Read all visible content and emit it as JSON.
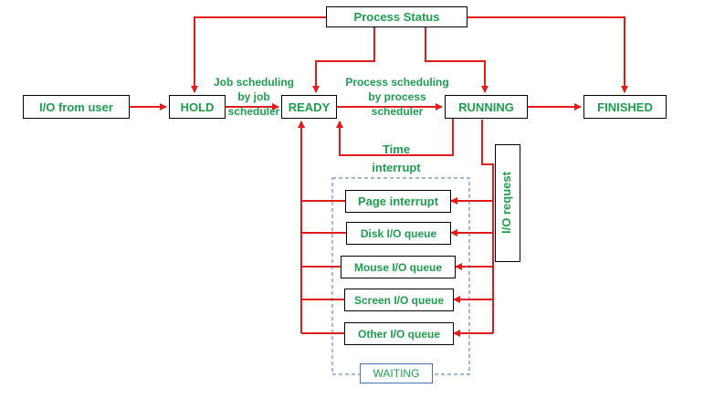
{
  "nodes": {
    "io_from_user": "I/O from user",
    "hold": "HOLD",
    "ready": "READY",
    "running": "RUNNING",
    "finished": "FINISHED",
    "process_status": "Process Status",
    "page_interrupt": "Page interrupt",
    "disk_io_queue": "Disk I/O queue",
    "mouse_io_queue": "Mouse I/O queue",
    "screen_io_queue": "Screen I/O queue",
    "other_io_queue": "Other I/O queue",
    "io_request": "I/O request",
    "waiting": "WAITING"
  },
  "edge_labels": {
    "job_scheduling": [
      "Job scheduling",
      "by job",
      "scheduler"
    ],
    "process_scheduling": [
      "Process scheduling",
      "by process",
      "scheduler"
    ],
    "time_interrupt": [
      "Time",
      "interrupt"
    ]
  },
  "colors": {
    "arrow": "#e31b1b",
    "text": "#1f9d4f",
    "box_border": "#000000",
    "waiting_border": "#4a6fb5"
  }
}
